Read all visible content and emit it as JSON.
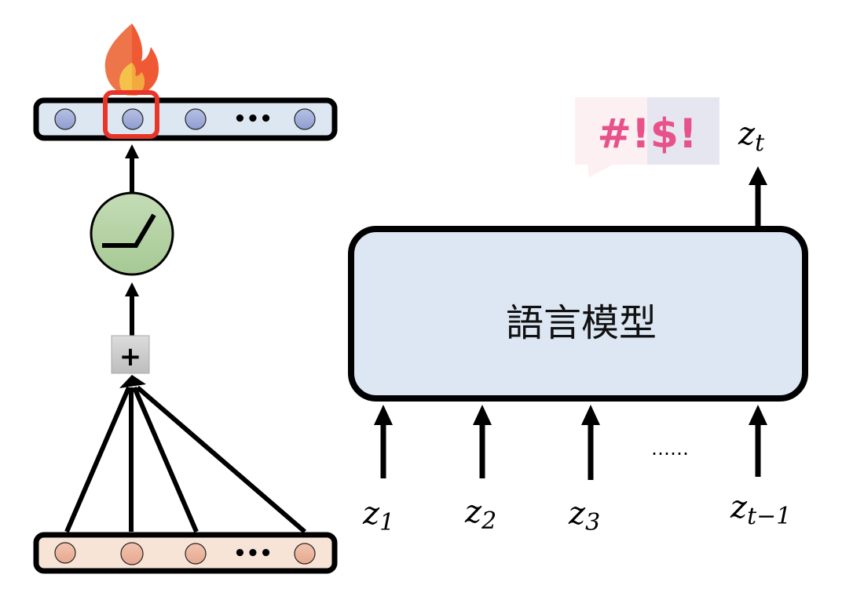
{
  "left_network": {
    "output_layer": {
      "nodes": [
        "node-1",
        "node-2",
        "node-3",
        "node-last"
      ],
      "ellipsis": "•••",
      "highlighted_node_index": 1,
      "fill": "#dde7f2",
      "node_fill": "#9aa7d4",
      "highlight_color": "#e8352a"
    },
    "activation": {
      "name": "ReLU",
      "fill": "#b2d1a0"
    },
    "sum_operator": {
      "label": "+",
      "fill": "#cfcfcf"
    },
    "input_layer": {
      "nodes": [
        "node-1",
        "node-2",
        "node-3",
        "node-last"
      ],
      "ellipsis": "•••",
      "fill": "#f7e4d7",
      "node_fill": "#eab19b"
    },
    "fire_icon": "fire-icon"
  },
  "language_model": {
    "label": "語言模型",
    "fill": "#dde7f3",
    "output": {
      "var": "z",
      "sub": "t"
    },
    "speech_bubble": {
      "text": "#!$!",
      "color": "#e8528a"
    },
    "inputs": [
      {
        "var": "z",
        "sub": "1"
      },
      {
        "var": "z",
        "sub": "2"
      },
      {
        "var": "z",
        "sub": "3"
      },
      {
        "var": "z",
        "sub": "t−1"
      }
    ],
    "ellipsis": "……"
  }
}
